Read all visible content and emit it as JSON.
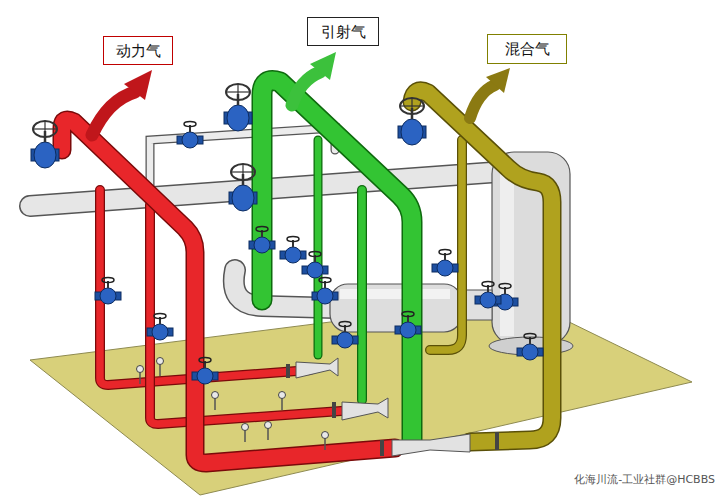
{
  "diagram": {
    "nodes": [
      {
        "text": [
          "动力气"
        ]
      },
      {
        "text": [
          "引射气"
        ]
      },
      {
        "text": [
          "混合气"
        ]
      }
    ],
    "labels": [
      "化海川流-工业社群@HCBBS"
    ]
  }
}
